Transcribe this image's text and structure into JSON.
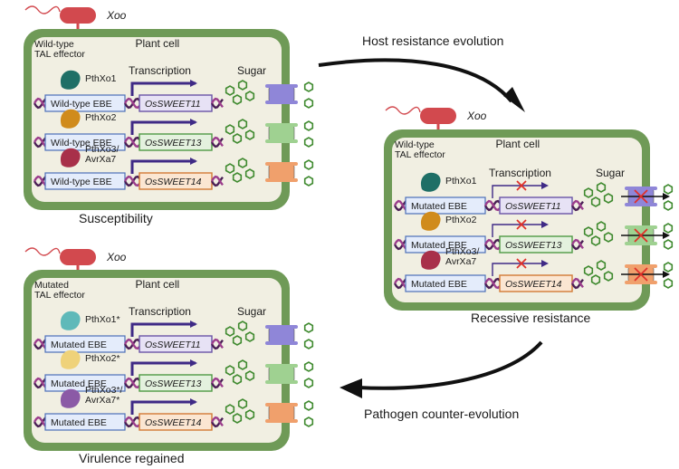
{
  "colors": {
    "cell_wall": "#6f9a57",
    "cytoplasm": "#f1efe2",
    "bacterium": "#d2494e",
    "dna": "#4a1f55",
    "ebe_box": "#e4ecfb",
    "arrow": "#3f2a86",
    "block_x": "#e0302a",
    "sugar": "#3f8a2f"
  },
  "panels": {
    "top": {
      "organism": "Xoo",
      "effector_label": "Wild-type\nTAL effector",
      "cell_label": "Plant cell",
      "transcription_label": "Transcription",
      "sugar_label": "Sugar",
      "caption": "Susceptibility",
      "rows": [
        {
          "effector": "PthXo1",
          "ebe": "Wild-type EBE",
          "gene": "OsSWEET11",
          "effector_color": "#1f6f66",
          "gene_fill": "#e7e2f5",
          "gene_stroke": "#6a54a6",
          "transporter_color": "#8f86d8"
        },
        {
          "effector": "PthXo2",
          "ebe": "Wild-type EBE",
          "gene": "OsSWEET13",
          "effector_color": "#d08b1c",
          "gene_fill": "#e4f1de",
          "gene_stroke": "#4f9a45",
          "transporter_color": "#9fd191"
        },
        {
          "effector": "PthXo3/\nAvrXa7",
          "ebe": "Wild-type EBE",
          "gene": "OsSWEET14",
          "effector_color": "#a8304a",
          "gene_fill": "#fbe6d2",
          "gene_stroke": "#d27a36",
          "transporter_color": "#f0a06c"
        }
      ]
    },
    "right": {
      "organism": "Xoo",
      "effector_label": "Wild-type\nTAL effector",
      "cell_label": "Plant cell",
      "transcription_label": "Transcription",
      "sugar_label": "Sugar",
      "caption": "Recessive resistance",
      "rows": [
        {
          "effector": "PthXo1",
          "ebe": "Mutated EBE",
          "gene": "OsSWEET11",
          "effector_color": "#1f6f66",
          "gene_fill": "#e7e2f5",
          "gene_stroke": "#6a54a6",
          "transporter_color": "#8f86d8"
        },
        {
          "effector": "PthXo2",
          "ebe": "Mutated EBE",
          "gene": "OsSWEET13",
          "effector_color": "#d08b1c",
          "gene_fill": "#e4f1de",
          "gene_stroke": "#4f9a45",
          "transporter_color": "#9fd191"
        },
        {
          "effector": "PthXo3/\nAvrXa7",
          "ebe": "Mutated EBE",
          "gene": "OsSWEET14",
          "effector_color": "#a8304a",
          "gene_fill": "#fbe6d2",
          "gene_stroke": "#d27a36",
          "transporter_color": "#f0a06c"
        }
      ]
    },
    "bottom": {
      "organism": "Xoo",
      "effector_label": "Mutated\nTAL effector",
      "cell_label": "Plant cell",
      "transcription_label": "Transcription",
      "sugar_label": "Sugar",
      "caption": "Virulence regained",
      "rows": [
        {
          "effector": "PthXo1*",
          "ebe": "Mutated EBE",
          "gene": "OsSWEET11",
          "effector_color": "#5fb9b9",
          "gene_fill": "#e7e2f5",
          "gene_stroke": "#6a54a6",
          "transporter_color": "#8f86d8"
        },
        {
          "effector": "PthXo2*",
          "ebe": "Mutated EBE",
          "gene": "OsSWEET13",
          "effector_color": "#efd27a",
          "gene_fill": "#e4f1de",
          "gene_stroke": "#4f9a45",
          "transporter_color": "#9fd191"
        },
        {
          "effector": "PthXo3*/\nAvrXa7*",
          "ebe": "Mutated EBE",
          "gene": "OsSWEET14",
          "effector_color": "#8b5aa6",
          "gene_fill": "#fbe6d2",
          "gene_stroke": "#d27a36",
          "transporter_color": "#f0a06c"
        }
      ]
    }
  },
  "arrows": {
    "host": "Host resistance evolution",
    "pathogen": "Pathogen counter-evolution"
  }
}
